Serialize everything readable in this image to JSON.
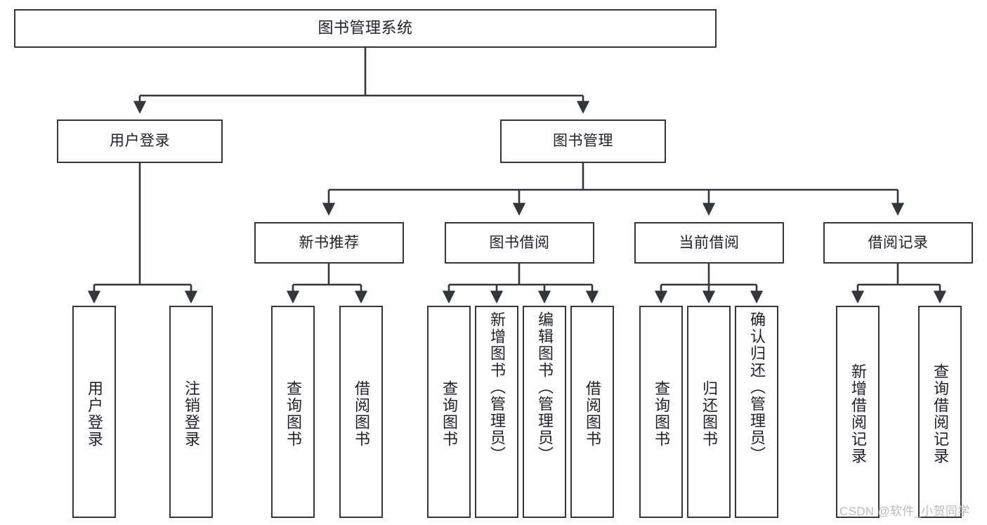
{
  "diagram": {
    "title": "图书管理系统",
    "type": "tree-hierarchy",
    "colors": {
      "box_border": "#33363b",
      "box_fill": "#ffffff",
      "edge": "#33363b",
      "text": "#20222a",
      "watermark": "#b9bbbe",
      "background": "#ffffff"
    },
    "nodes": {
      "root": {
        "label": "图书管理系统"
      },
      "level2": [
        {
          "label": "用户登录"
        },
        {
          "label": "图书管理"
        }
      ],
      "level3": [
        {
          "label": "新书推荐"
        },
        {
          "label": "图书借阅"
        },
        {
          "label": "当前借阅"
        },
        {
          "label": "借阅记录"
        }
      ],
      "leaves": {
        "user_login": [
          {
            "label": "用户登录"
          },
          {
            "label": "注销登录"
          }
        ],
        "new_book_recommend": [
          {
            "label": "查询图书"
          },
          {
            "label": "借阅图书"
          }
        ],
        "book_borrow": [
          {
            "label": "查询图书"
          },
          {
            "label": "新增图书（管理员）"
          },
          {
            "label": "编辑图书（管理员）"
          },
          {
            "label": "借阅图书"
          }
        ],
        "current_borrow": [
          {
            "label": "查询图书"
          },
          {
            "label": "归还图书"
          },
          {
            "label": "确认归还（管理员）"
          }
        ],
        "borrow_record": [
          {
            "label": "新增借阅记录"
          },
          {
            "label": "查询借阅记录"
          }
        ]
      }
    },
    "watermark": {
      "text": "CSDN @软件_小贺同学"
    }
  }
}
